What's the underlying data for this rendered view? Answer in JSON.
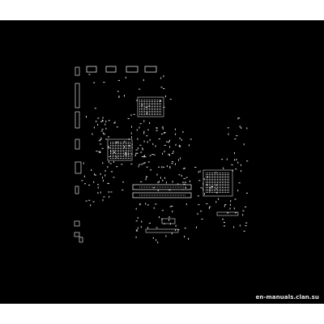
{
  "watermark": "en-manuals.clan.su",
  "colors": {
    "background": "#000000",
    "trace": "#d8d8d8",
    "page": "#ffffff"
  },
  "diagram": {
    "type": "pcb-component-layout",
    "chips": [
      {
        "name": "bga-top"
      },
      {
        "name": "bga-left"
      },
      {
        "name": "bga-right"
      }
    ]
  }
}
